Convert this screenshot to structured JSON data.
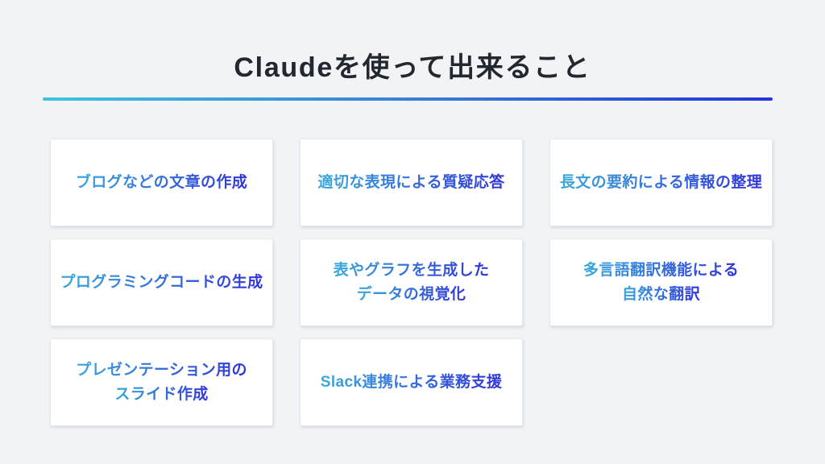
{
  "slide": {
    "title": "Claudeを使って出来ること"
  },
  "cards": [
    {
      "lines": [
        "ブログなどの文章の作成"
      ]
    },
    {
      "lines": [
        "適切な表現による質疑応答"
      ]
    },
    {
      "lines": [
        "長文の要約による情報の整理"
      ]
    },
    {
      "lines": [
        "プログラミングコードの生成"
      ]
    },
    {
      "lines": [
        "表やグラフを生成した",
        "データの視覚化"
      ]
    },
    {
      "lines": [
        "多言語翻訳機能による",
        "自然な翻訳"
      ]
    },
    {
      "lines": [
        "プレゼンテーション用の",
        "スライド作成"
      ]
    },
    {
      "lines": [
        "Slack連携による業務支援"
      ]
    }
  ],
  "colors": {
    "page_background": "#f1f3f5",
    "title_text": "#23272f",
    "divider_gradient_from": "#3cc3dd",
    "divider_gradient_to": "#2535d8",
    "card_text_gradient_from": "#3aa9db",
    "card_text_gradient_to": "#3134d8",
    "card_background": "#ffffff",
    "card_border": "#e4e8ec"
  }
}
